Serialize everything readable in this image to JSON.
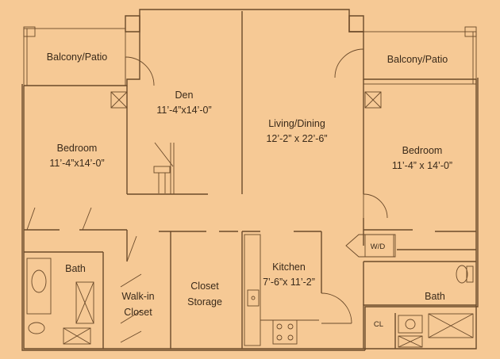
{
  "background_color": "#f6c995",
  "line_color": "#6b4a2a",
  "text_color": "#3a2a1a",
  "rooms": {
    "balcony_left": {
      "name": "Balcony/Patio"
    },
    "balcony_right": {
      "name": "Balcony/Patio"
    },
    "den": {
      "name": "Den",
      "size": "11’-4”x14’-0”"
    },
    "living_dining": {
      "name": "Living/Dining",
      "size": "12’-2” x 22’-6”"
    },
    "bedroom_left": {
      "name": "Bedroom",
      "size": "11’-4”x14’-0”"
    },
    "bedroom_right": {
      "name": "Bedroom",
      "size": "11’-4” x 14’-0”"
    },
    "bath_left": {
      "name": "Bath"
    },
    "walk_in_closet": {
      "name_line1": "Walk-in",
      "name_line2": "Closet"
    },
    "closet_storage": {
      "name_line1": "Closet",
      "name_line2": "Storage"
    },
    "kitchen": {
      "name": "Kitchen",
      "size": "7’-6”x 11’-2”"
    },
    "bath_right": {
      "name": "Bath"
    },
    "washer_dryer": {
      "name": "W/D"
    },
    "closet_small": {
      "name": "CL"
    }
  },
  "icons": [
    "door-swing-icon",
    "window-icon",
    "toilet-icon",
    "sink-icon",
    "bathtub-icon",
    "shower-icon",
    "stove-icon",
    "sink-icon",
    "closet-x-icon"
  ]
}
